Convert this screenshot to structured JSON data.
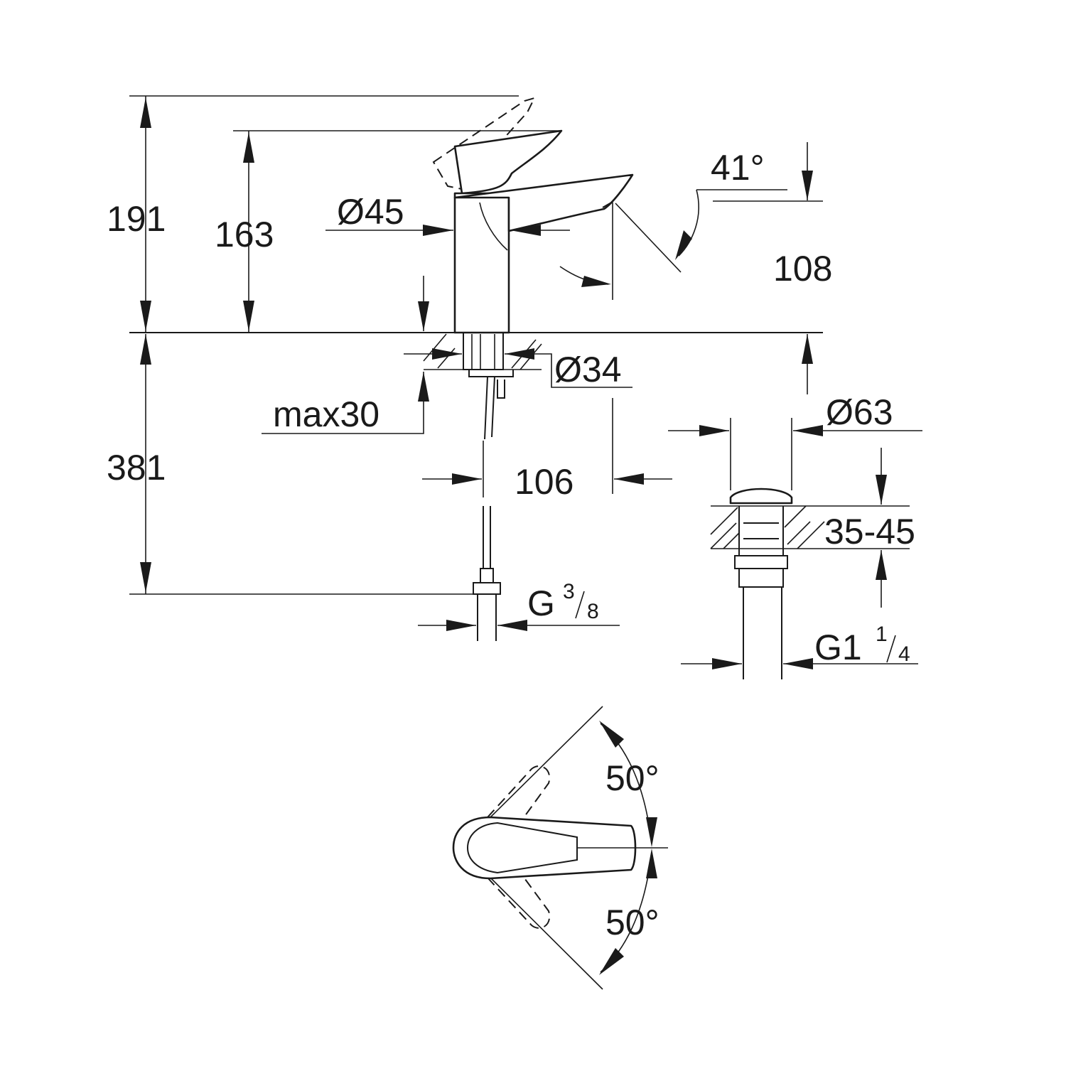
{
  "dimensions": {
    "total_height": "191",
    "spout_height": "163",
    "body_diameter": "Ø45",
    "lever_angle": "41°",
    "spout_height_value": "108",
    "shank_diameter": "Ø34",
    "max_thickness": "max30",
    "below_counter": "381",
    "projection": "106",
    "waste_diameter": "Ø63",
    "basin_thickness": "35-45",
    "supply_thread_main": "G",
    "supply_thread_num": "3",
    "supply_thread_den": "8",
    "waste_thread_main": "G1",
    "waste_thread_num": "1",
    "waste_thread_den": "4",
    "rotation_up": "50°",
    "rotation_down": "50°"
  }
}
